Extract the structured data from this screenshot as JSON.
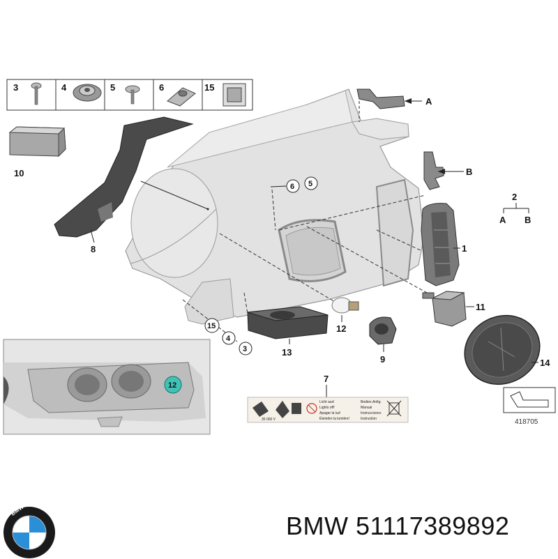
{
  "legend": {
    "cells": [
      {
        "num": "3",
        "icon": "screw-icon"
      },
      {
        "num": "4",
        "icon": "clip-nut-icon"
      },
      {
        "num": "5",
        "icon": "screw-icon"
      },
      {
        "num": "6",
        "icon": "speed-nut-icon"
      },
      {
        "num": "15",
        "icon": "clamp-icon"
      }
    ]
  },
  "parts": {
    "p1": "1",
    "p2": "2",
    "p2a": "A",
    "p2b": "B",
    "p7": "7",
    "p8": "8",
    "p9": "9",
    "p10": "10",
    "p11": "11",
    "p12": "12",
    "p13": "13",
    "p14": "14",
    "a_label": "A",
    "b_label": "B"
  },
  "callouts": {
    "c6": "6",
    "c5": "5",
    "c15": "15",
    "c4": "4",
    "c3": "3",
    "inset12": "12"
  },
  "warning_label": {
    "col1": [
      "Licht aus!",
      "Lights off!",
      "Apagar la luz!",
      "Éteindre la lumière!"
    ],
    "col2": [
      "Bedien.Anltg.",
      "Manual",
      "Instrucciones",
      "Instruction"
    ],
    "small_code": "35 000 V"
  },
  "ref_number": "418705",
  "footer": {
    "brand_text": "BMW 51117389892",
    "logo_letters": "BMW"
  },
  "colors": {
    "housing": "#e2e2e2",
    "housing_line": "#9a9a9a",
    "dark_part": "#4a4a4a",
    "bmw_blue": "#2a8fd6",
    "callout_teal": "#3fc3b5"
  }
}
